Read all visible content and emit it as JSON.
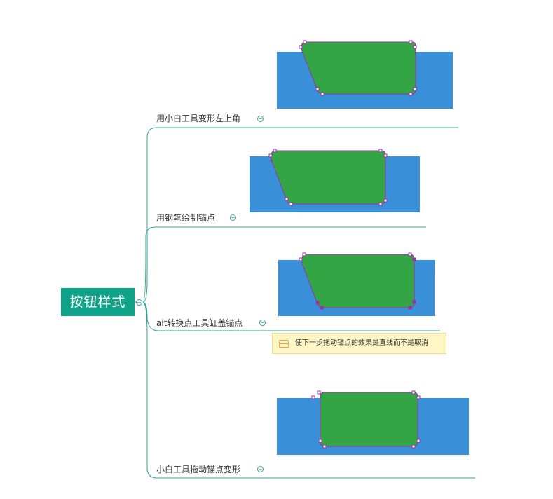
{
  "root": {
    "label": "按钮样式"
  },
  "branches": [
    {
      "label": "用小白工具变形左上角"
    },
    {
      "label": "用钢笔绘制锚点"
    },
    {
      "label": "alt转换点工具缸盖锚点"
    },
    {
      "label": "小白工具拖动锚点变形"
    }
  ],
  "note": {
    "text": "使下一步拖动锚点的效果是直线而不是取消"
  },
  "icons": {
    "collapse": "minus-circle-icon",
    "note": "note-icon"
  },
  "colors": {
    "root_bg": "#10a288",
    "connector": "#2aa594",
    "blue_bg": "#3990d8",
    "green_shape": "#34a545",
    "anchor": "#9b2fa7",
    "note_bg": "#fff6c5"
  },
  "collapse_symbol": "−"
}
